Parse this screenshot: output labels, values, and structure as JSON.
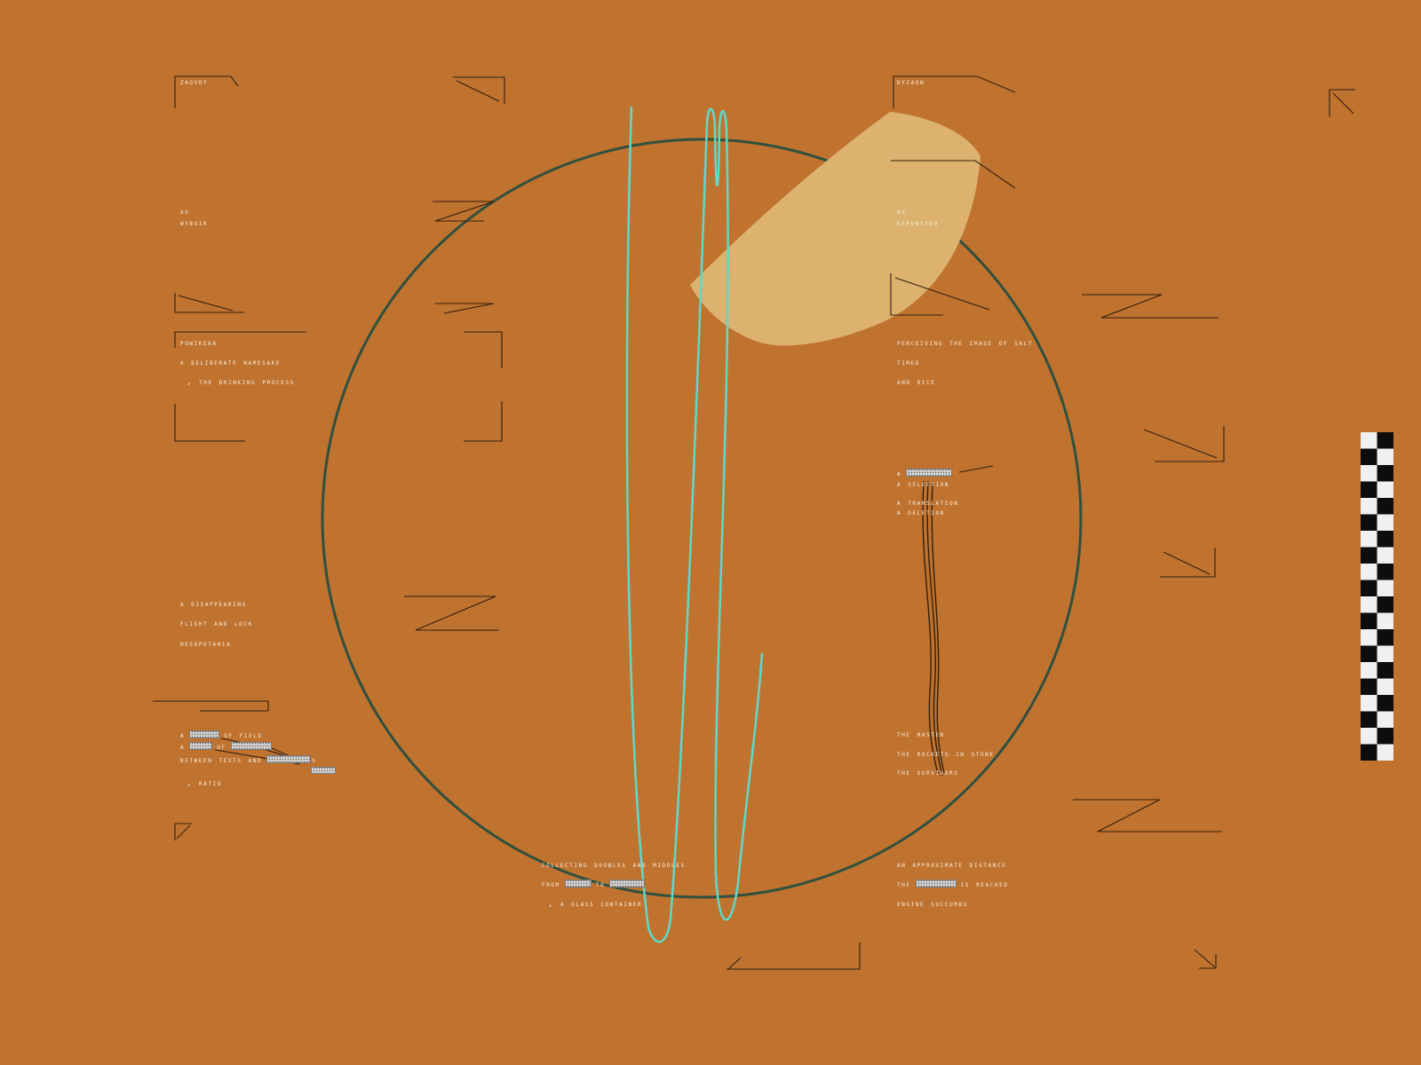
{
  "canvas": {
    "bg": "#c0722f"
  },
  "palette": {
    "text": "#f6efdf",
    "line": "#33200e",
    "circle": "#30503e",
    "scribble": "#60d8ca",
    "blob": "#dcb26e",
    "box_fill": "#cbcbcb",
    "box_border": "#7a7a7a",
    "checker_dark": "#0d0d0d",
    "checker_light": "#f0f0f0"
  },
  "texts": {
    "tl_title": "zaovdy",
    "tr_title": "dyzaow",
    "left_as_1": "as",
    "left_as_2": "wybuir",
    "right_as_1": "as",
    "right_as_2": "kepuwiyed",
    "left_mid_1": "puwikeka",
    "left_mid_2": "a deliberate namesake",
    "left_mid_3": ", the drinking process",
    "right_mid_1": "perceiving the image of salt",
    "right_mid_2": "timed",
    "right_mid_3": "and dice",
    "sel_1_pre": "a",
    "sel_2": "a selection",
    "sel_3": "a translation",
    "sel_4": "a deletion",
    "left_low_1": "a disappearing",
    "left_low_2": "flight and lock",
    "left_low_3": "mesopotamia",
    "boxes_1_pre": "a",
    "boxes_1_post": "of field",
    "boxes_2_pre": "a",
    "boxes_2_mid": "of",
    "boxes_3_pre": "between texts and",
    "boxes_3_post": "s",
    "boxes_4": ", ratio",
    "right_low_1": "the master",
    "right_low_2": "the rockets in stone",
    "right_low_3": "the survivors",
    "bc_1": "collecting doubles and middles",
    "bc_2_pre": "from",
    "bc_2_mid": "to",
    "bc_3": ", a glass container",
    "br_1": "an approximate distance",
    "br_2_pre": "the",
    "br_2_post": "is reached",
    "br_3": "engine succumbs"
  }
}
